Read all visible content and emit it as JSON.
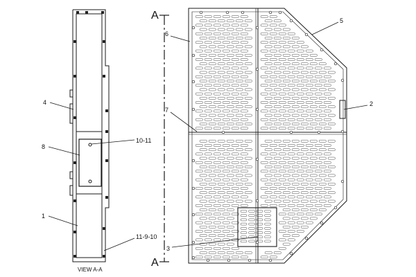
{
  "view": {
    "section_marker_top": "A",
    "section_marker_bottom": "A",
    "view_caption": "VIEW A-A"
  },
  "callouts": {
    "c1": "1",
    "c2": "2",
    "c3": "3",
    "c4": "4",
    "c5": "5",
    "c6": "6",
    "c7": "7",
    "c8": "8",
    "c10_11": "10-11",
    "c11_9_10": "11-9-10"
  }
}
